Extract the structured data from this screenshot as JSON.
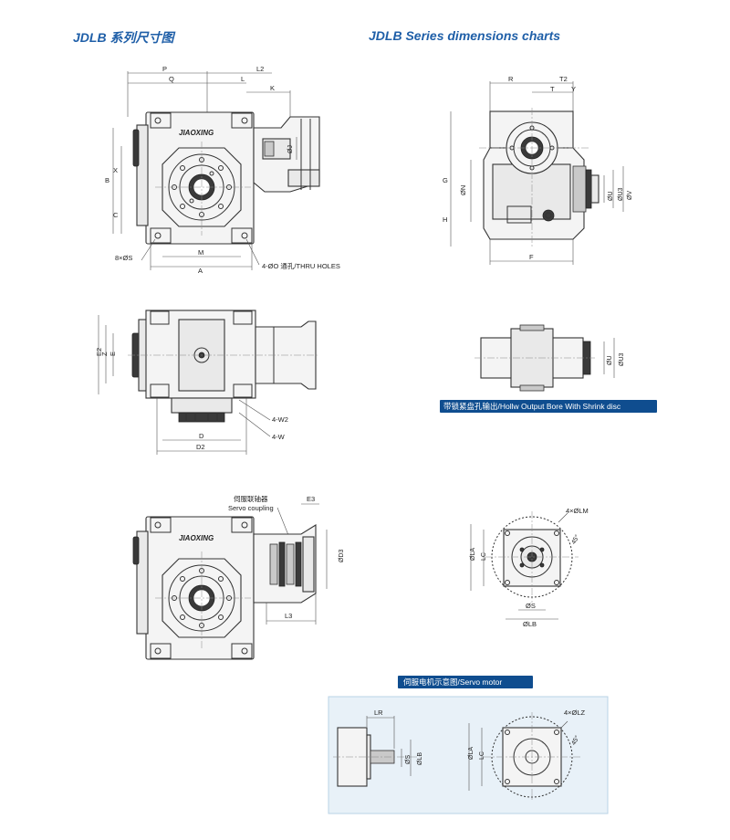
{
  "headings": {
    "left": "JDLB 系列尺寸图",
    "right": "JDLB   Series dimensions charts"
  },
  "brand": "JIAOXING",
  "banners": {
    "hollow": "带锁紧盘孔输出/Hollw Output Bore With Shrink disc",
    "servo_motor": "伺服电机示意图/Servo motor"
  },
  "dims": {
    "front": {
      "P": "P",
      "L2": "L2",
      "Q": "Q",
      "L": "L",
      "K": "K",
      "B": "B",
      "X": "X",
      "C": "C",
      "J": "ØJ",
      "S": "8×ØS",
      "M": "M",
      "A": "A",
      "O": "4-ØO 通孔/THRU HOLES"
    },
    "side": {
      "R": "R",
      "T2": "T2",
      "T": "T",
      "Y": "Y",
      "G": "G",
      "N": "ØN",
      "H": "H",
      "F": "F",
      "U": "ØU",
      "U3": "ØU3",
      "V": "ØV"
    },
    "top": {
      "E2": "E2",
      "Z": "Z",
      "E": "E",
      "W2": "4-W2",
      "W": "4-W",
      "D": "D",
      "D2": "D2"
    },
    "hollow": {
      "U": "ØU",
      "U3": "ØU3"
    },
    "coupling": {
      "label_cn": "伺服联轴器",
      "label_en": "Servo coupling",
      "E3": "E3",
      "D3": "ØD3",
      "L3": "L3"
    },
    "flange": {
      "LM": "4×ØLM",
      "angle": "45°",
      "LA": "ØLA",
      "LC": "LC",
      "S": "ØS",
      "LB": "ØLB"
    },
    "motor": {
      "LR": "LR",
      "S": "ØS",
      "LB": "ØLB",
      "LA": "ØLA",
      "LC": "LC",
      "LZ": "4×ØLZ",
      "angle": "45°"
    }
  }
}
